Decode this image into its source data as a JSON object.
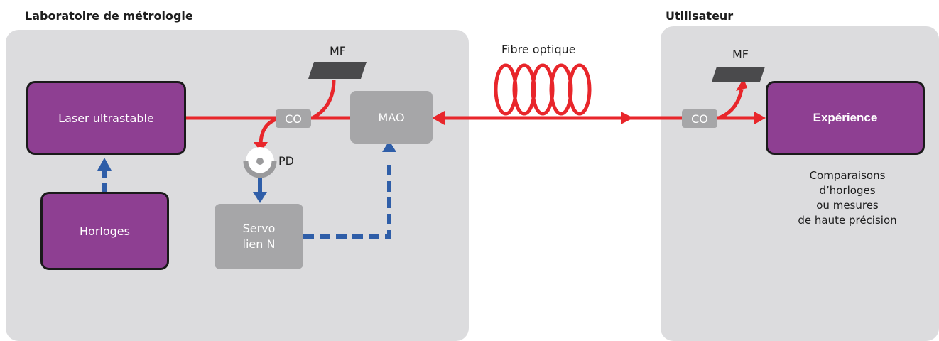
{
  "sections": {
    "lab": {
      "title": "Laboratoire de métrologie"
    },
    "user": {
      "title": "Utilisateur"
    }
  },
  "lab": {
    "laser": "Laser ultrastable",
    "clocks": "Horloges",
    "coupler": "CO",
    "mirror": "MF",
    "aom": "MAO",
    "photodiode": "PD",
    "servo_line1": "Servo",
    "servo_line2": "lien N"
  },
  "fiber": {
    "label": "Fibre optique"
  },
  "user": {
    "coupler": "CO",
    "mirror": "MF",
    "experiment": "Expérience",
    "note_lines": [
      "Comparaisons",
      "d’horloges",
      "ou mesures",
      "de haute précision"
    ]
  },
  "colors": {
    "panel": "#dcdcde",
    "purple_box": "#8e3f92",
    "gray_box": "#a6a6a8",
    "optical_path": "#e8262b",
    "electrical_path": "#2f5ea8",
    "mirror": "#4a4a4c"
  }
}
